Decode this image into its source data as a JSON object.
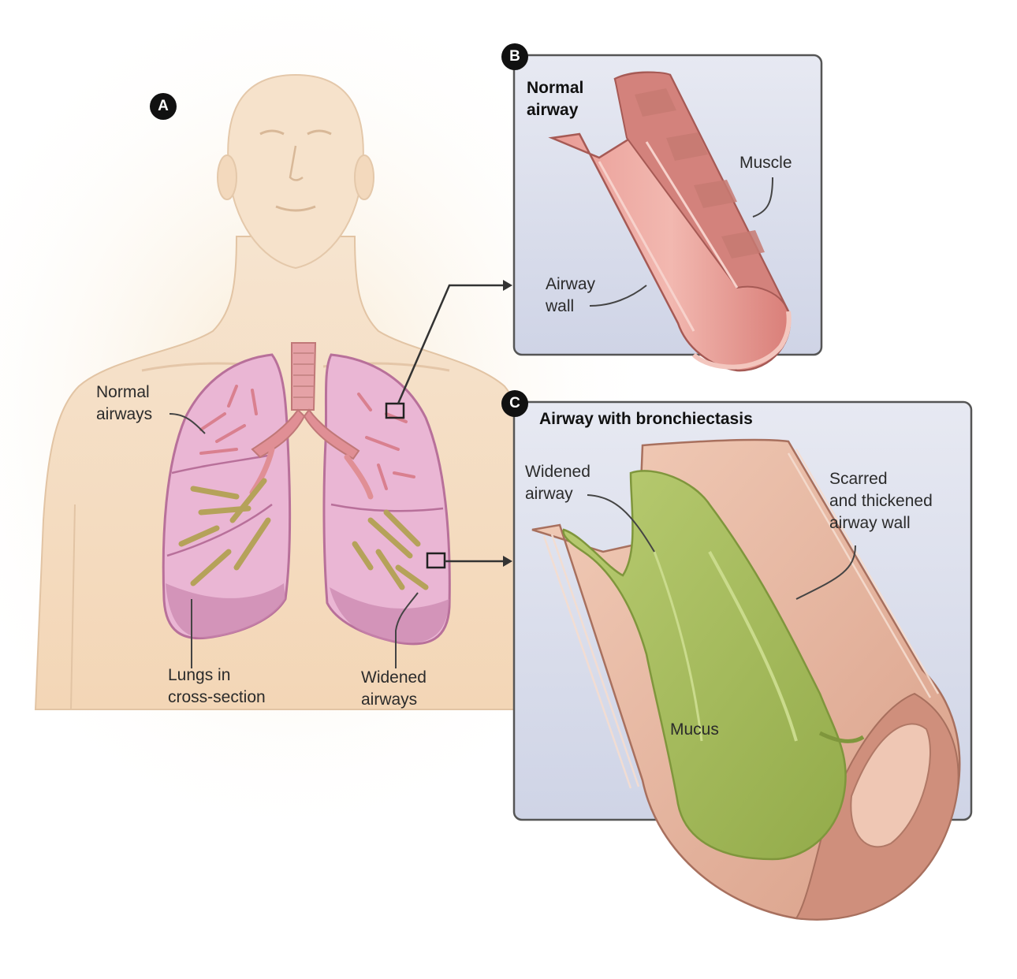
{
  "badges": {
    "a": "A",
    "b": "B",
    "c": "C"
  },
  "panel_b": {
    "title_line1": "Normal",
    "title_line2": "airway",
    "muscle": "Muscle",
    "airway_wall_line1": "Airway",
    "airway_wall_line2": "wall"
  },
  "panel_c": {
    "title": "Airway with bronchiectasis",
    "widened_airway_line1": "Widened",
    "widened_airway_line2": "airway",
    "scarred_line1": "Scarred",
    "scarred_line2": "and thickened",
    "scarred_line3": "airway wall",
    "mucus": "Mucus"
  },
  "body": {
    "normal_airways_line1": "Normal",
    "normal_airways_line2": "airways",
    "lungs_line1": "Lungs in",
    "lungs_line2": "cross-section",
    "widened_airways_line1": "Widened",
    "widened_airways_line2": "airways"
  },
  "colors": {
    "skin": "#f6dcc0",
    "lung": "#e8b0d0",
    "airway_pink": "#e4928c",
    "mucus_green": "#a9bf5f",
    "panel_bg": "#dde1ee"
  }
}
